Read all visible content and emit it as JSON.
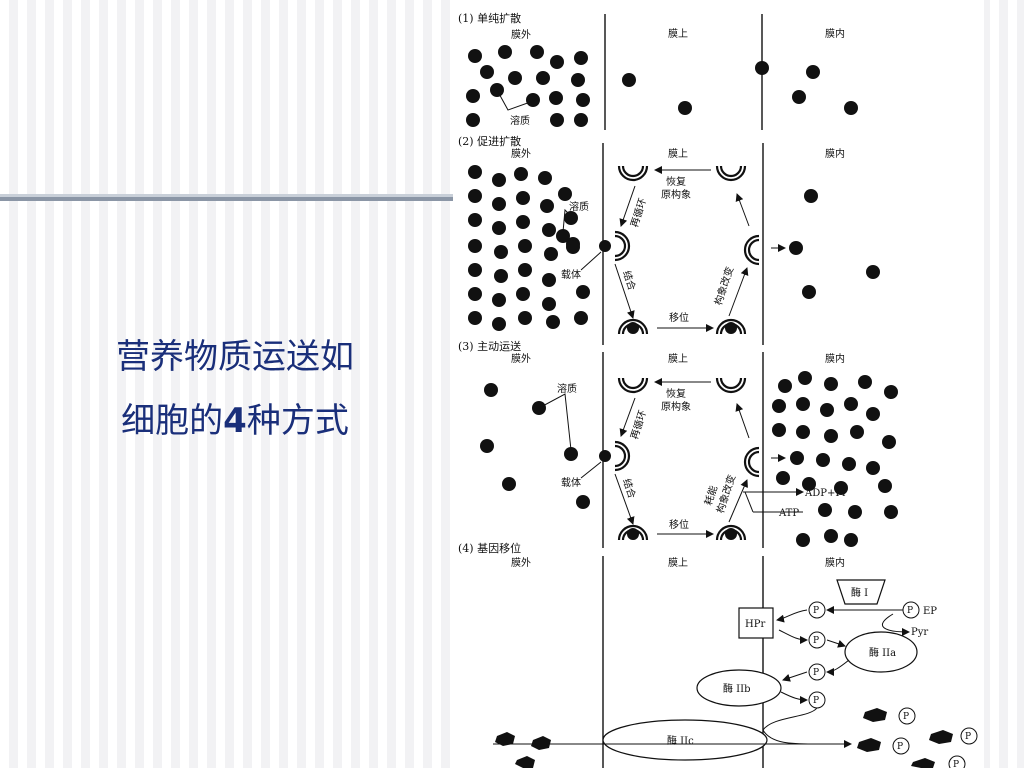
{
  "title": {
    "line1": "营养物质运送如",
    "line2_pre": "细胞的",
    "line2_num": "4",
    "line2_post": "种方式"
  },
  "diagram": {
    "columns": {
      "outside": "膜外",
      "membrane": "膜上",
      "inside": "膜内"
    },
    "panels": [
      {
        "heading": "(1) 单纯扩散",
        "labels": {
          "solute": "溶质"
        }
      },
      {
        "heading": "(2) 促进扩散",
        "labels": {
          "solute": "溶质",
          "carrier": "载体",
          "restore": "恢复",
          "restore2": "原构象",
          "recycle": "再循环",
          "bind": "结合",
          "move": "移位",
          "conformation": "构象改变"
        }
      },
      {
        "heading": "(3) 主动运送",
        "labels": {
          "solute": "溶质",
          "carrier": "载体",
          "restore": "恢复",
          "restore2": "原构象",
          "recycle": "再循环",
          "bind": "结合",
          "move": "移位",
          "energy": "耗能",
          "conformation": "构象改变",
          "adp": "ADP+Pi",
          "atp": "ATP"
        }
      },
      {
        "heading": "(4) 基因移位",
        "labels": {
          "enzyme1": "酶 I",
          "hpr": "HPr",
          "ep": "EP",
          "pyr": "Pyr",
          "enzyme2a": "酶 IIa",
          "enzyme2b": "酶 IIb",
          "enzyme2c": "酶 IIc",
          "p": "P"
        }
      }
    ]
  }
}
